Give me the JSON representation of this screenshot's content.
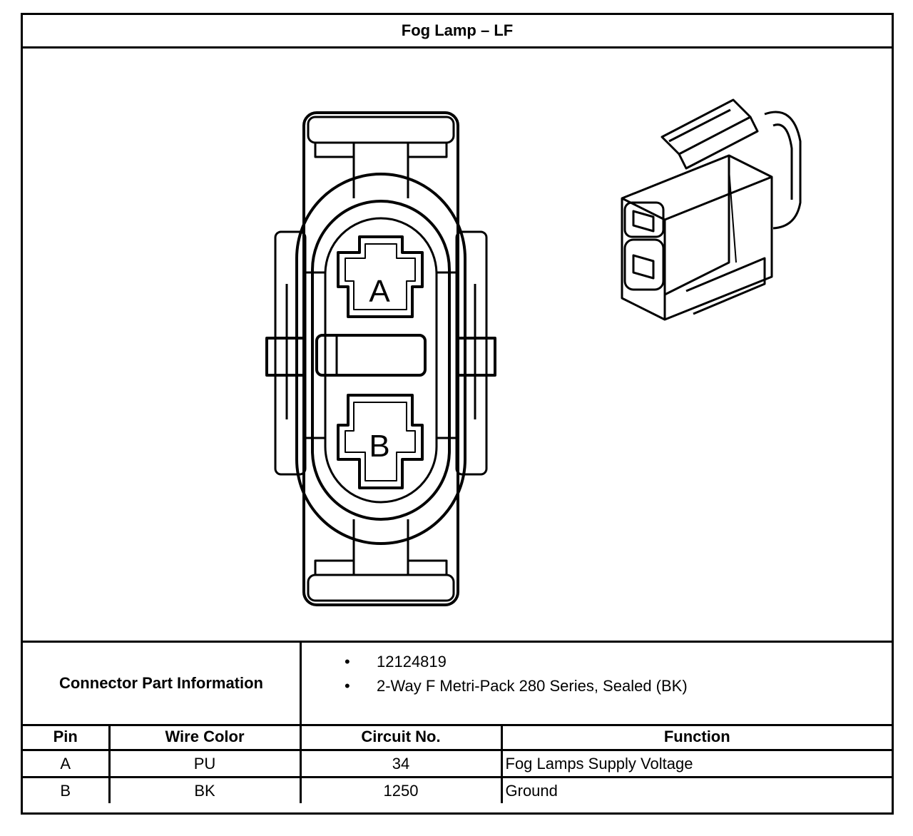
{
  "title": "Fog Lamp – LF",
  "pin_letters": [
    "A",
    "B"
  ],
  "connector_info": {
    "label": "Connector Part Information",
    "items": [
      "12124819",
      "2-Way F Metri-Pack 280 Series, Sealed (BK)"
    ]
  },
  "pin_table": {
    "headers": [
      "Pin",
      "Wire Color",
      "Circuit No.",
      "Function"
    ],
    "rows": [
      [
        "A",
        "PU",
        "34",
        "Fog Lamps Supply Voltage"
      ],
      [
        "B",
        "BK",
        "1250",
        "Ground"
      ]
    ]
  }
}
